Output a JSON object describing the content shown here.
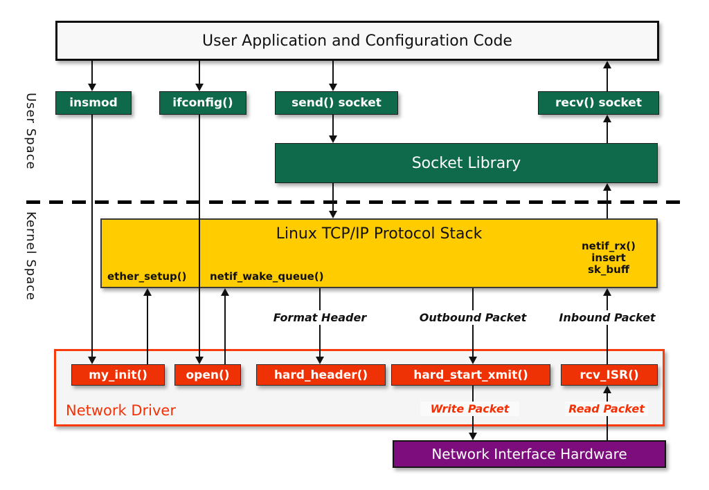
{
  "side_labels": {
    "user_space": "User Space",
    "kernel_space": "Kernel Space"
  },
  "user_space": {
    "app_box_title": "User Application and Configuration Code",
    "insmod": "insmod",
    "ifconfig": "ifconfig()",
    "send_socket": "send() socket",
    "recv_socket": "recv() socket",
    "socket_library": "Socket Library"
  },
  "kernel_space": {
    "stack_title": "Linux TCP/IP Protocol Stack",
    "ether_setup": "ether_setup()",
    "netif_wake_queue": "netif_wake_queue()",
    "netif_rx_lines": [
      "netif_rx()",
      "insert",
      "sk_buff"
    ]
  },
  "flow_labels": {
    "format_header": "Format Header",
    "outbound_packet": "Outbound Packet",
    "inbound_packet": "Inbound Packet",
    "write_packet": "Write Packet",
    "read_packet": "Read Packet"
  },
  "network_driver": {
    "title": "Network Driver",
    "my_init": "my_init()",
    "open": "open()",
    "hard_header": "hard_header()",
    "hard_start_xmit": "hard_start_xmit()",
    "rcv_isr": "rcv_ISR()"
  },
  "hardware": {
    "title": "Network Interface Hardware"
  },
  "colors": {
    "green_box": "#0e6a4a",
    "yellow_box": "#ffcc00",
    "red_box": "#ee3206",
    "driver_border": "#f93a0d",
    "driver_accent_text": "#f43005",
    "purple_box": "#7d0d7d",
    "line": "#111111",
    "app_box_fill": "#f8f8f8"
  }
}
